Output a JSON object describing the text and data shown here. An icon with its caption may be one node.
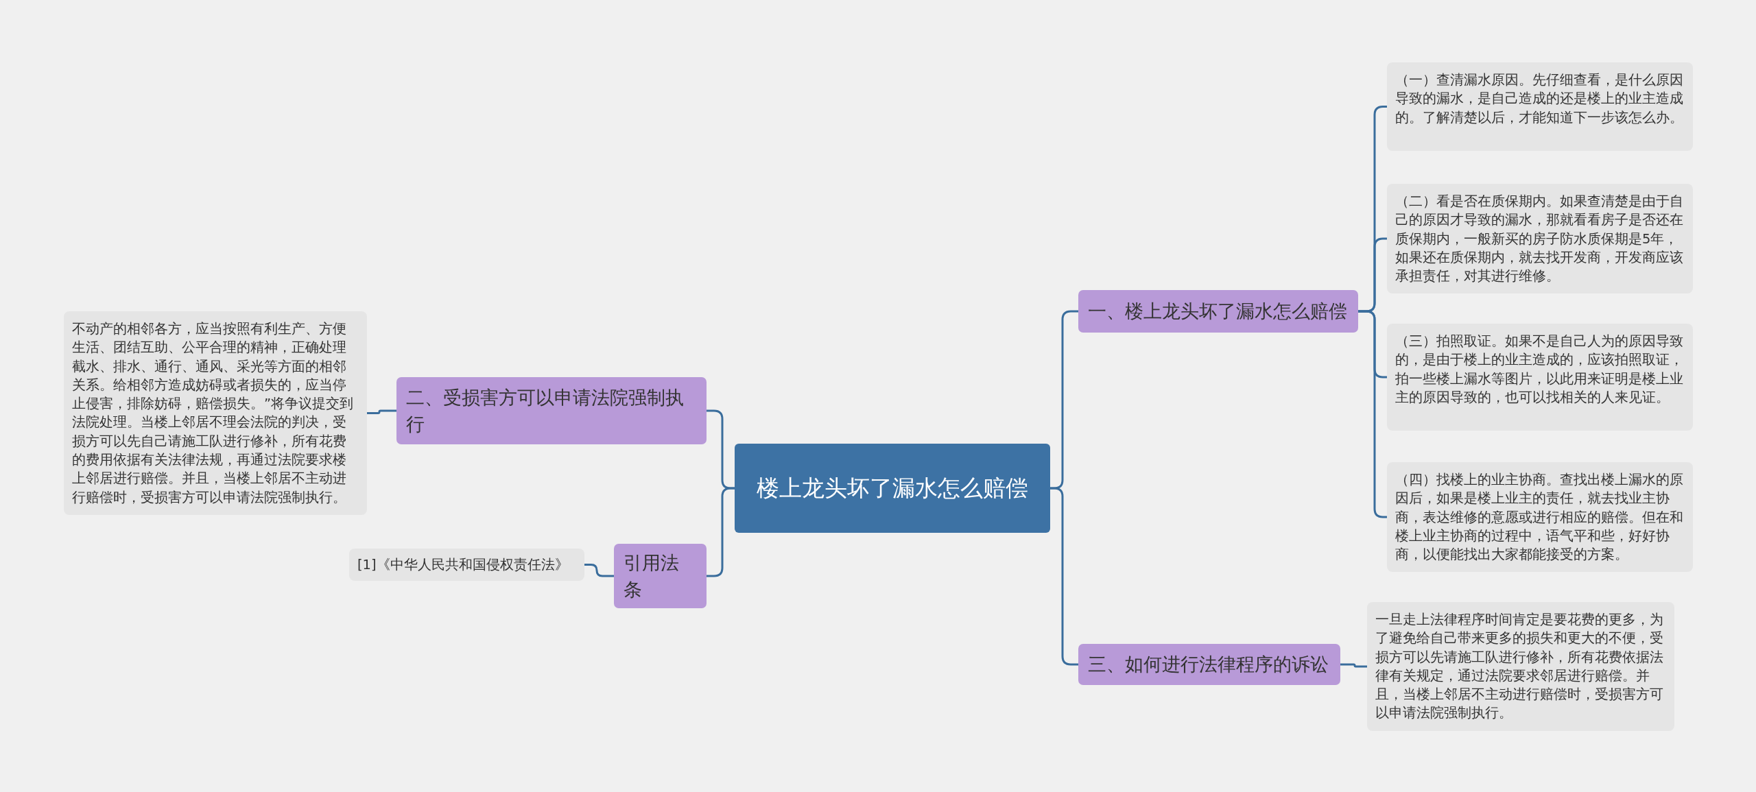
{
  "diagram": {
    "nodes": [
      {
        "text": [
          "楼上龙头坏了漏水怎么赔偿"
        ]
      },
      {
        "text": [
          "一、楼上龙头坏了漏水怎么赔偿"
        ]
      },
      {
        "text": [
          "（一）查清漏水原因。先仔细查看，是什么原因导致的漏水，是自己造成的还是楼上的业主造成的。了解清楚以后，才能知道下一步该怎么办。"
        ]
      },
      {
        "text": [
          "（二）看是否在质保期内。如果查清楚是由于自己的原因才导致的漏水，那就看看房子是否还在质保期内，一般新买的房子防水质保期是5年，如果还在质保期内，就去找开发商，开发商应该承担责任，对其进行维修。"
        ]
      },
      {
        "text": [
          "（三）拍照取证。如果不是自己人为的原因导致的，是由于楼上的业主造成的，应该拍照取证，拍一些楼上漏水等图片，以此用来证明是楼上业主的原因导致的，也可以找相关的人来见证。"
        ]
      },
      {
        "text": [
          "（四）找楼上的业主协商。查找出楼上漏水的原因后，如果是楼上业主的责任，就去找业主协商，表达维修的意愿或进行相应的赔偿。但在和楼上业主协商的过程中，语气平和些，好好协商，以便能找出大家都能接受的方案。"
        ]
      },
      {
        "text": [
          "三、如何进行法律程序的诉讼"
        ]
      },
      {
        "text": [
          "一旦走上法律程序时间肯定是要花费的更多，为了避免给自己带来更多的损失和更大的不便，受损方可以先请施工队进行修补，所有花费依据法律有关规定，通过法院要求邻居进行赔偿。并且，当楼上邻居不主动进行赔偿时，受损害方可以申请法院强制执行。"
        ]
      },
      {
        "text": [
          "二、受损害方可以申请法院强制执行"
        ]
      },
      {
        "text": [
          "不动产的相邻各方，应当按照有利生产、方便生活、团结互助、公平合理的精神，正确处理截水、排水、通行、通风、采光等方面的相邻关系。给相邻方造成妨碍或者损失的，应当停止侵害，排除妨碍，赔偿损失。”将争议提交到法院处理。当楼上邻居不理会法院的判决，受损方可以先自己请施工队进行修补，所有花费的费用依据有关法律法规，再通过法院要求楼上邻居进行赔偿。并且，当楼上邻居不主动进行赔偿时，受损害方可以申请法院强制执行。"
        ]
      },
      {
        "text": [
          "引用法条"
        ]
      },
      {
        "text": [
          "[1]《中华人民共和国侵权责任法》"
        ]
      }
    ],
    "edges": [
      {
        "from": 0,
        "to": 1,
        "arrow": "none"
      },
      {
        "from": 1,
        "to": 2,
        "arrow": "none"
      },
      {
        "from": 1,
        "to": 3,
        "arrow": "none"
      },
      {
        "from": 1,
        "to": 4,
        "arrow": "none"
      },
      {
        "from": 1,
        "to": 5,
        "arrow": "none"
      },
      {
        "from": 0,
        "to": 6,
        "arrow": "none"
      },
      {
        "from": 6,
        "to": 7,
        "arrow": "none"
      },
      {
        "from": 0,
        "to": 8,
        "arrow": "none"
      },
      {
        "from": 8,
        "to": 9,
        "arrow": "none"
      },
      {
        "from": 0,
        "to": 10,
        "arrow": "none"
      },
      {
        "from": 10,
        "to": 11,
        "arrow": "none"
      }
    ]
  }
}
